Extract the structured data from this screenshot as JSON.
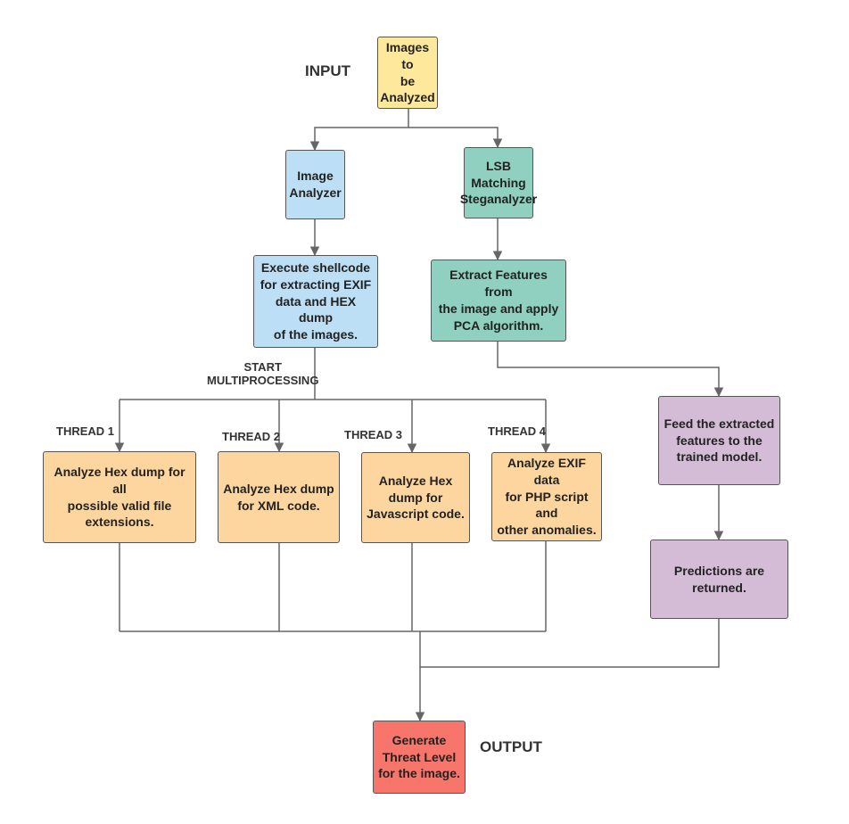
{
  "colors": {
    "input": "#fde89c",
    "analyzer": "#bddff5",
    "stego": "#8fd0c0",
    "thread": "#fdd69f",
    "model": "#d5bcd6",
    "output": "#f7756a",
    "line": "#666666"
  },
  "labels": {
    "input": "INPUT",
    "output": "OUTPUT",
    "start_mp": "START\nMULTIPROCESSING",
    "thread1": "THREAD 1",
    "thread2": "THREAD 2",
    "thread3": "THREAD 3",
    "thread4": "THREAD 4"
  },
  "nodes": {
    "images": "Images to\nbe\nAnalyzed",
    "image_analyzer": "Image\nAnalyzer",
    "lsb": "LSB\nMatching\nSteganalyzer",
    "shellcode": "Execute shellcode\nfor extracting EXIF\ndata and HEX dump\nof the images.",
    "extract": "Extract Features from\nthe image and apply\nPCA algorithm.",
    "t1": "Analyze Hex dump for all\npossible valid file\nextensions.",
    "t2": "Analyze Hex dump\nfor XML code.",
    "t3": "Analyze Hex\ndump for\nJavascript code.",
    "t4": "Analyze EXIF data\nfor PHP script and\nother anomalies.",
    "feed": "Feed the extracted\nfeatures to the\ntrained model.",
    "predict": "Predictions are\nreturned.",
    "threat": "Generate\nThreat Level\nfor the image."
  }
}
